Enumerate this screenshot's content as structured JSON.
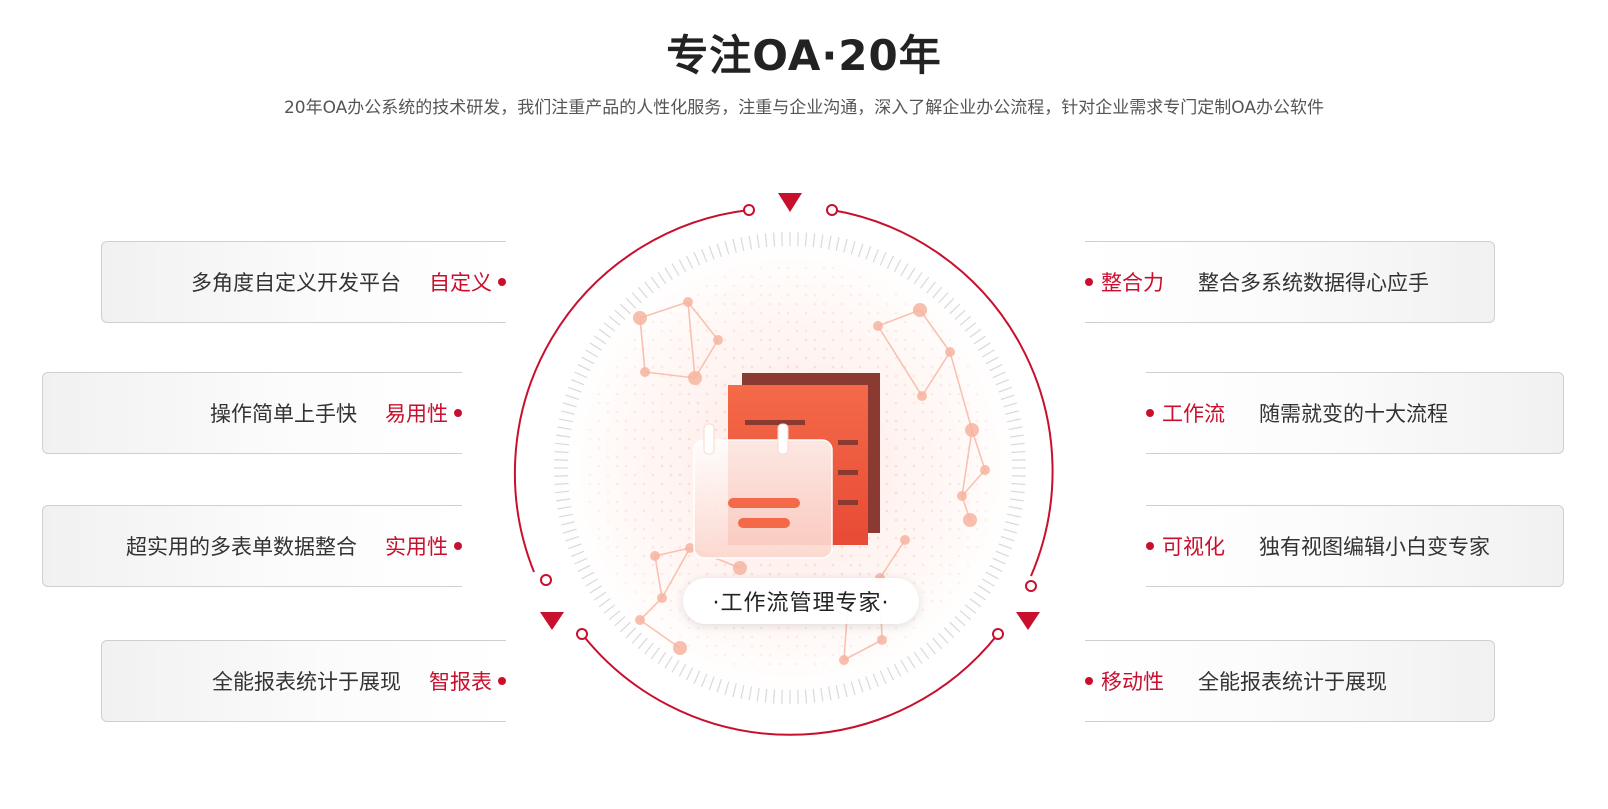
{
  "header": {
    "title": "专注OA·20年",
    "subtitle": "20年OA办公系统的技术研发，我们注重产品的人性化服务，注重与企业沟通，深入了解企业办公流程，针对企业需求专门定制OA办公软件"
  },
  "features_left": [
    {
      "desc": "多角度自定义开发平台",
      "tag": "自定义"
    },
    {
      "desc": "操作简单上手快",
      "tag": "易用性"
    },
    {
      "desc": "超实用的多表单数据整合",
      "tag": "实用性"
    },
    {
      "desc": "全能报表统计于展现",
      "tag": "智报表"
    }
  ],
  "features_right": [
    {
      "tag": "整合力",
      "desc": "整合多系统数据得心应手"
    },
    {
      "tag": "工作流",
      "desc": "随需就变的十大流程"
    },
    {
      "tag": "可视化",
      "desc": "独有视图编辑小白变专家"
    },
    {
      "tag": "移动性",
      "desc": "全能报表统计于展现"
    }
  ],
  "center": {
    "label": "·工作流管理专家·",
    "icon": "document-stack-icon"
  },
  "colors": {
    "accent": "#c8102e",
    "doc_front": "#f06040",
    "doc_back": "#8a3a30",
    "network": "#f7b4a0"
  }
}
